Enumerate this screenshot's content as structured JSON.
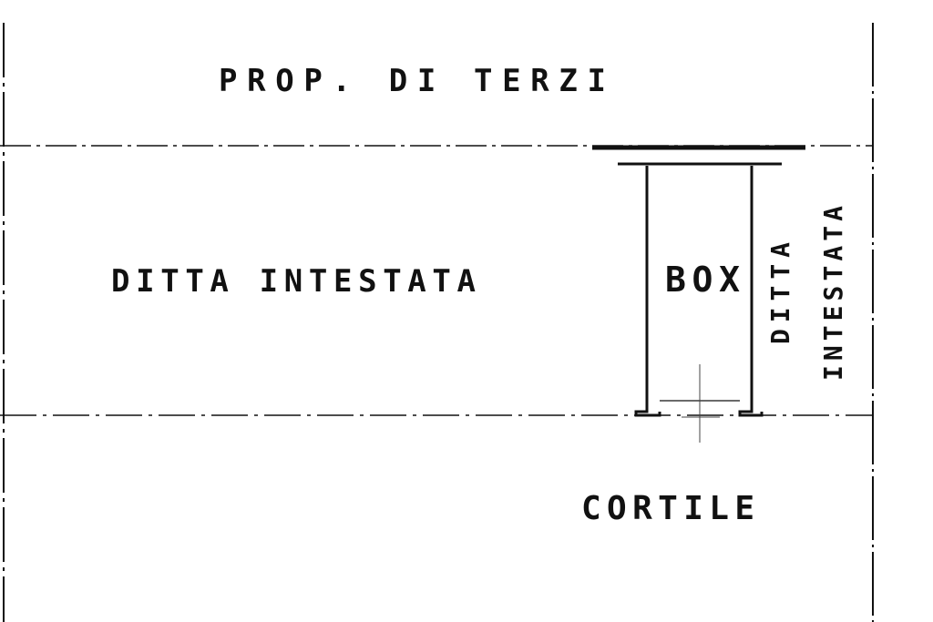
{
  "labels": {
    "top_property": "PROP. DI TERZI",
    "main_property": "DITTA INTESTATA",
    "box": "BOX",
    "side_property_line1": "DITTA",
    "side_property_line2": "INTESTATA",
    "courtyard": "CORTILE"
  },
  "colors": {
    "ink": "#111111",
    "background": "#ffffff"
  }
}
